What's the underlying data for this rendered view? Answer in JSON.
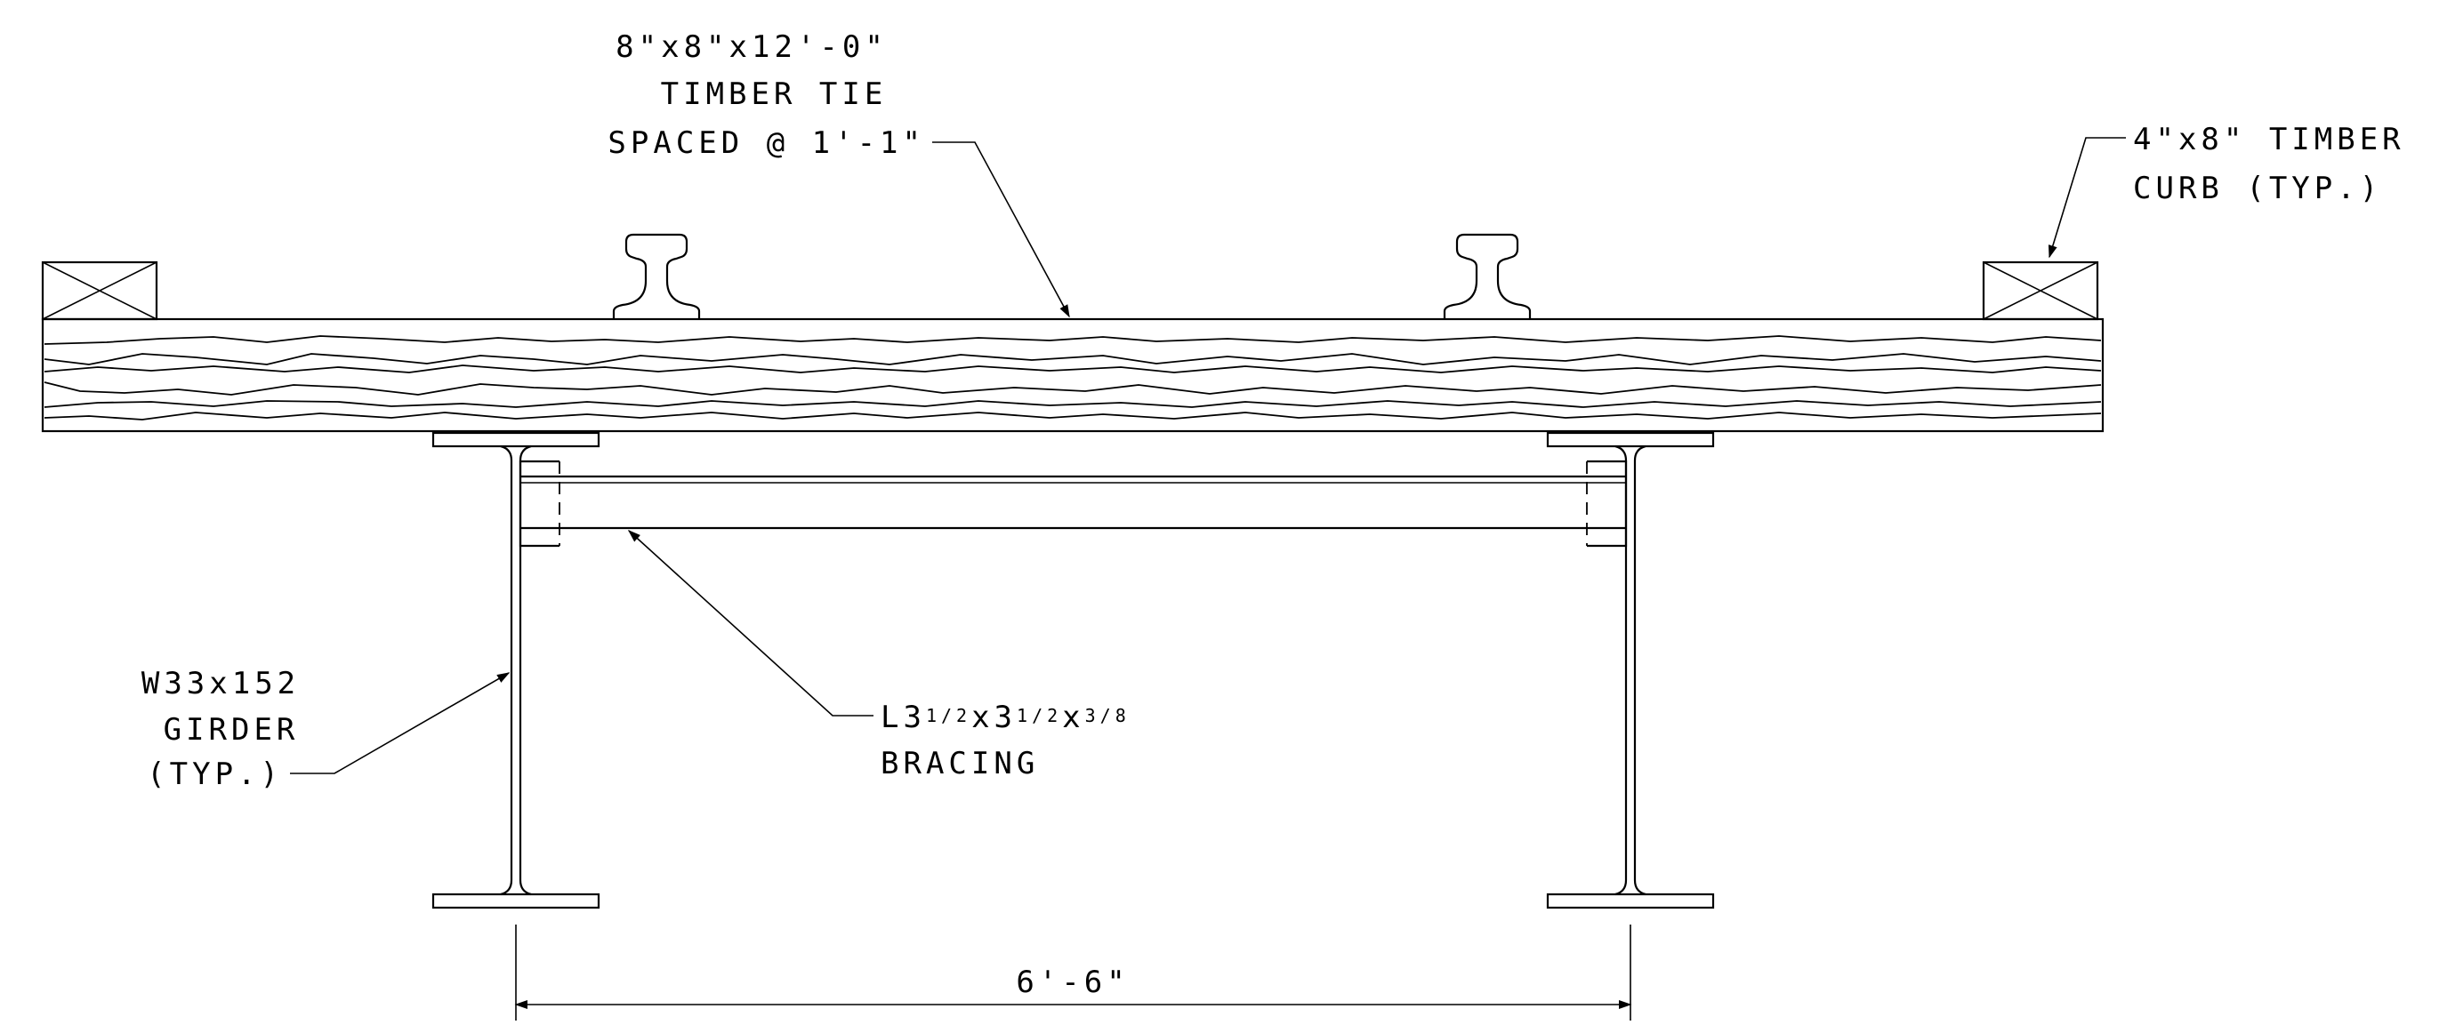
{
  "labels": {
    "tie_line1": "8\"x8\"x12'-0\"",
    "tie_line2": "TIMBER TIE",
    "tie_line3": "SPACED @ 1'-1\"",
    "curb_line1": "4\"x8\" TIMBER",
    "curb_line2": "CURB (TYP.)",
    "girder_line1": "W33x152",
    "girder_line2": "GIRDER",
    "girder_line3": "(TYP.)",
    "bracing_l": "L3",
    "bracing_half1": "1/2",
    "bracing_x1": "x3",
    "bracing_half2": "1/2",
    "bracing_x2": "x",
    "bracing_frac": "3/8",
    "bracing_line2": "BRACING",
    "dimension": "6'-6\""
  },
  "colors": {
    "line": "#000000",
    "background": "#ffffff"
  }
}
